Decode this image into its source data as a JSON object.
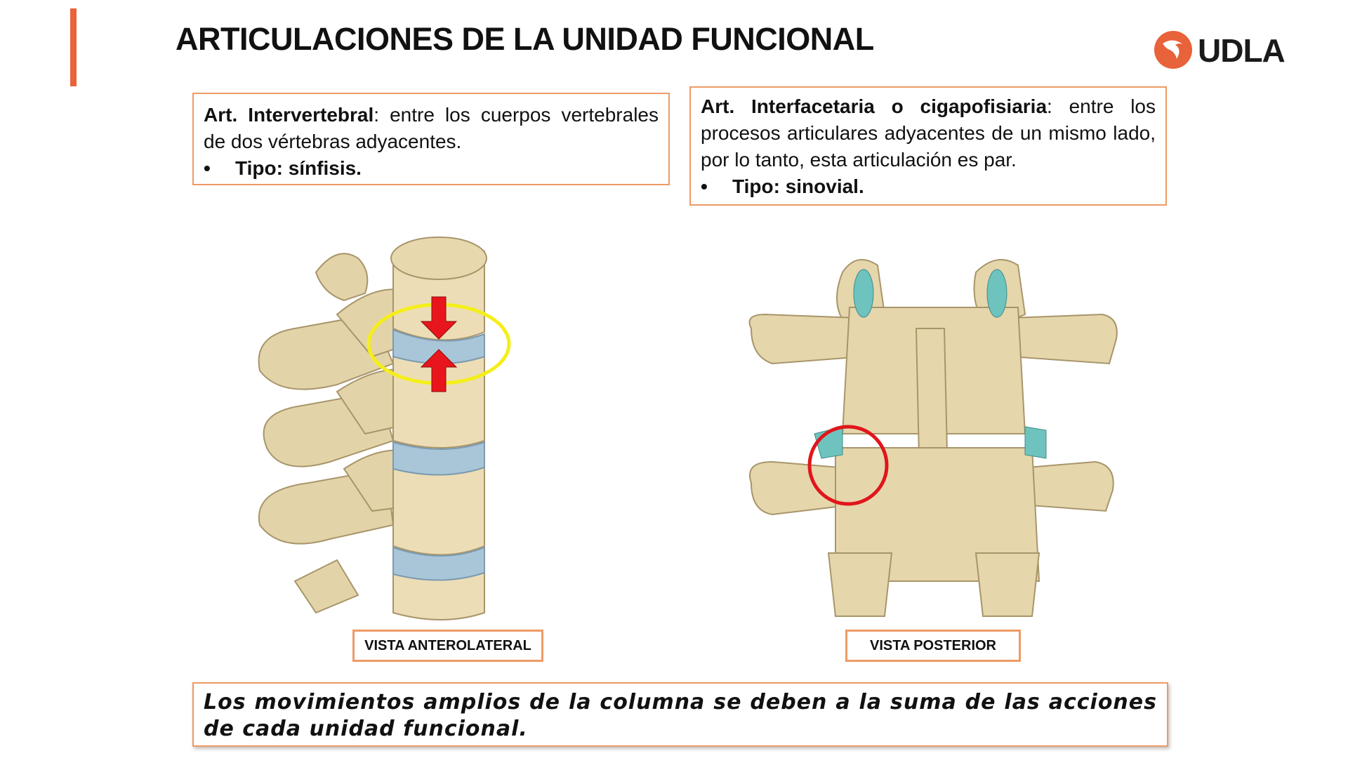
{
  "slide": {
    "title": "ARTICULACIONES DE LA UNIDAD FUNCIONAL",
    "logo_text": "UDLA",
    "accent_color": "#E8623A",
    "box_border_color": "#EE9A66"
  },
  "left_box": {
    "term": "Art. Intervertebral",
    "description": ": entre los cuerpos vertebrales de dos vértebras adyacentes.",
    "bullet": "Tipo: sínfisis."
  },
  "right_box": {
    "term": "Art. Interfacetaria o cigapofisiaria",
    "description": ": entre los procesos articulares adyacentes de un mismo lado, por lo tanto, esta articulación es par.",
    "bullet": "Tipo: sinovial."
  },
  "figures": {
    "left_caption": "VISTA ANTEROLATERAL",
    "right_caption": "VISTA POSTERIOR",
    "left_highlight_color": "#F5EE1A",
    "right_highlight_color": "#E0161C",
    "arrow_color": "#E8161C",
    "disc_color": "#A9C6D8",
    "bone_color": "#E8DBB5"
  },
  "conclusion": {
    "text": "Los movimientos amplios de la columna se deben a la suma de las acciones de cada unidad funcional."
  }
}
